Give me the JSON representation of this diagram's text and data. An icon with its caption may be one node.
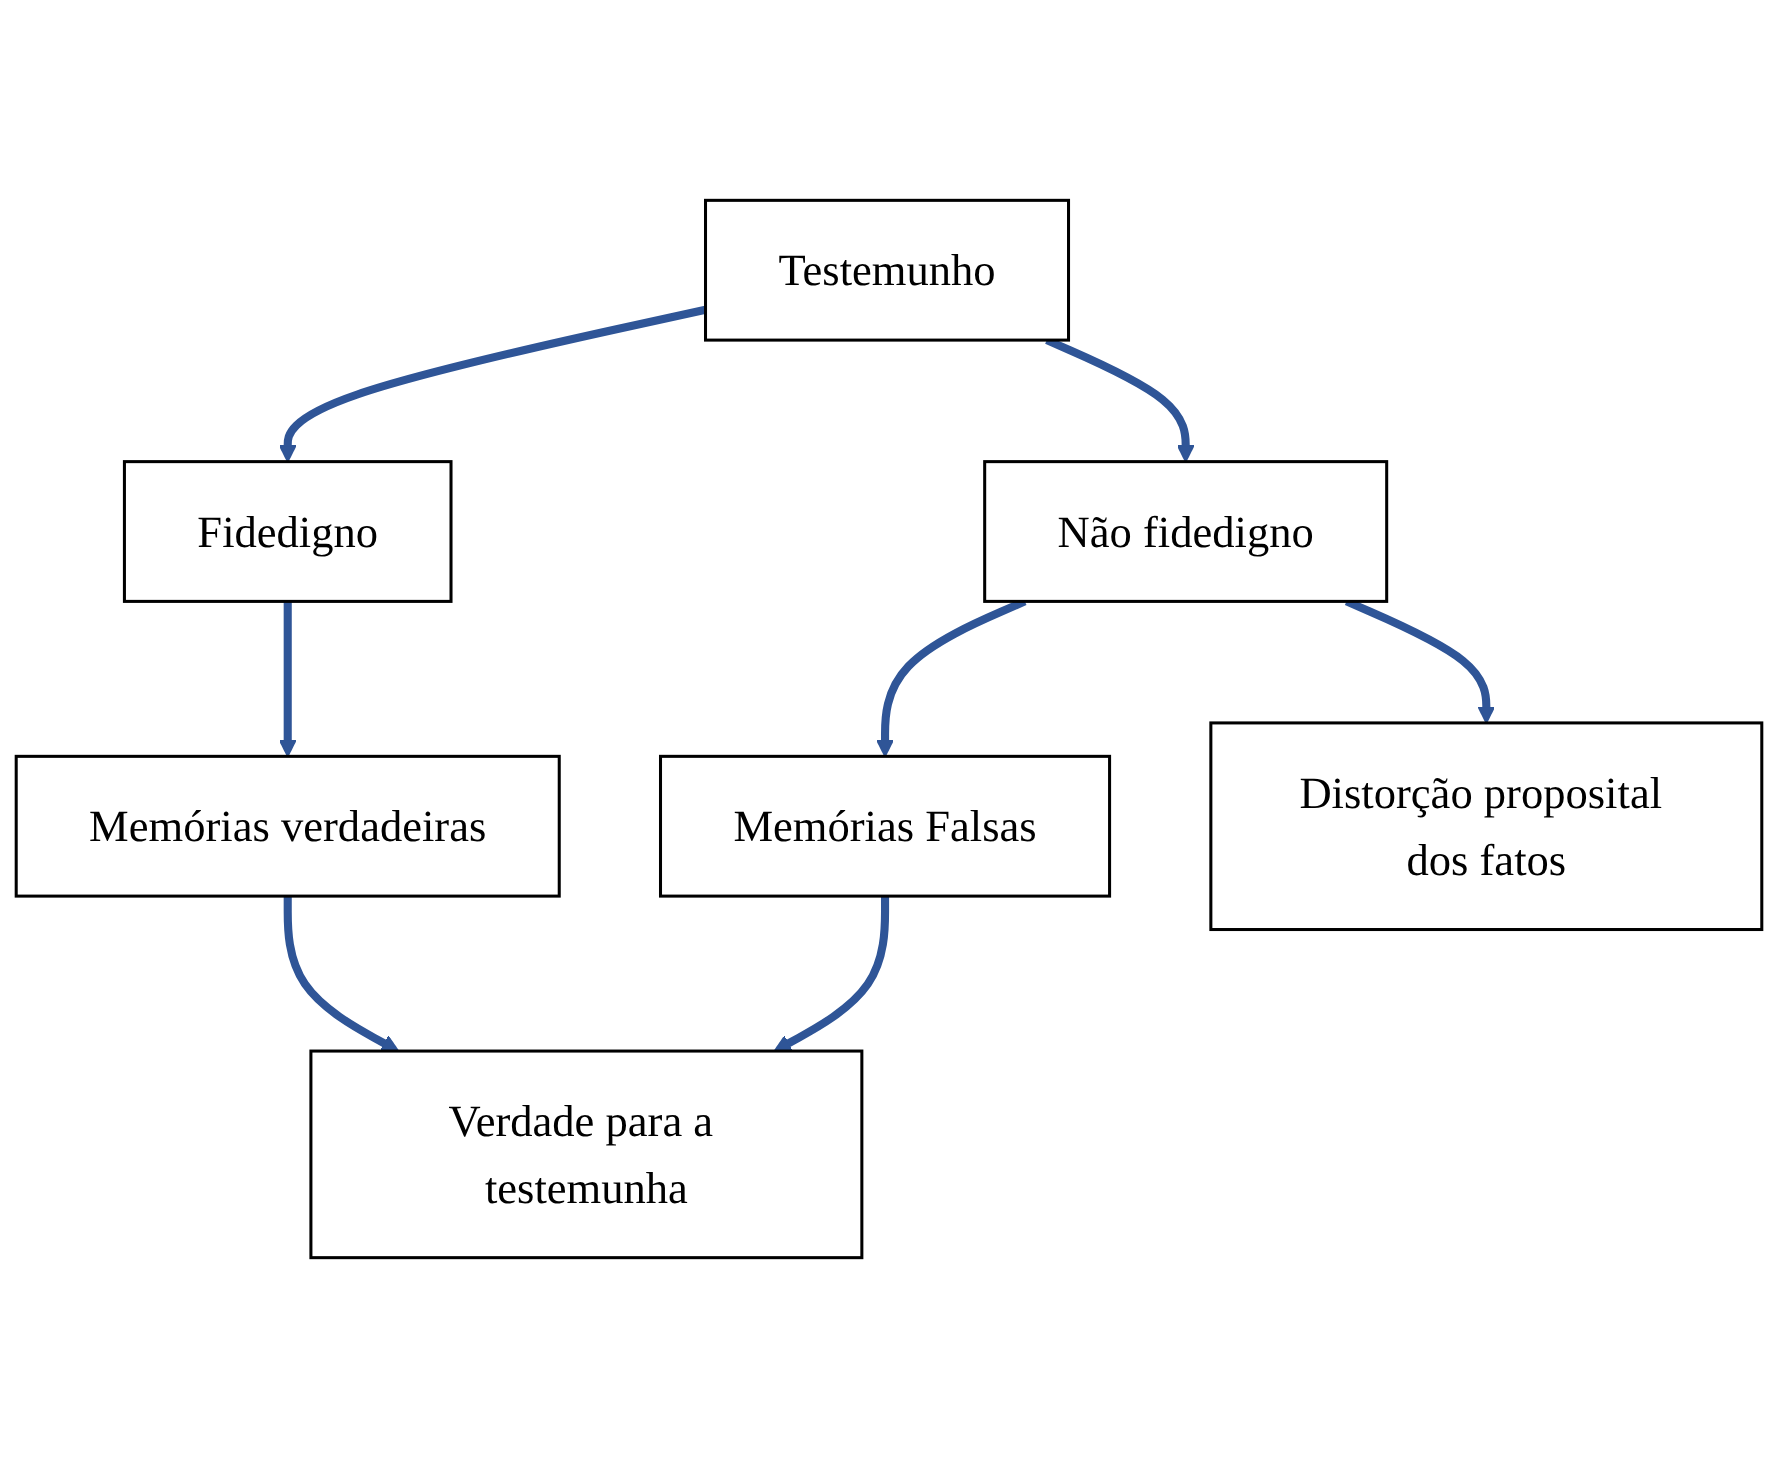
{
  "diagram": {
    "nodes": [
      {
        "text": [
          "Testemunho"
        ]
      },
      {
        "text": [
          "Fidedigno"
        ]
      },
      {
        "text": [
          "Não fidedigno"
        ]
      },
      {
        "text": [
          "Memórias verdadeiras"
        ]
      },
      {
        "text": [
          "Memórias Falsas"
        ]
      },
      {
        "text": [
          "Distorção proposital dos fatos"
        ]
      },
      {
        "text": [
          "Verdade para a testemunha"
        ]
      }
    ],
    "edges": [
      {
        "from": 0,
        "to": 1,
        "arrow": "to"
      },
      {
        "from": 0,
        "to": 2,
        "arrow": "to"
      },
      {
        "from": 1,
        "to": 3,
        "arrow": "to"
      },
      {
        "from": 2,
        "to": 4,
        "arrow": "to"
      },
      {
        "from": 2,
        "to": 5,
        "arrow": "to"
      },
      {
        "from": 3,
        "to": 6,
        "arrow": "to"
      },
      {
        "from": 4,
        "to": 6,
        "arrow": "to"
      }
    ]
  }
}
